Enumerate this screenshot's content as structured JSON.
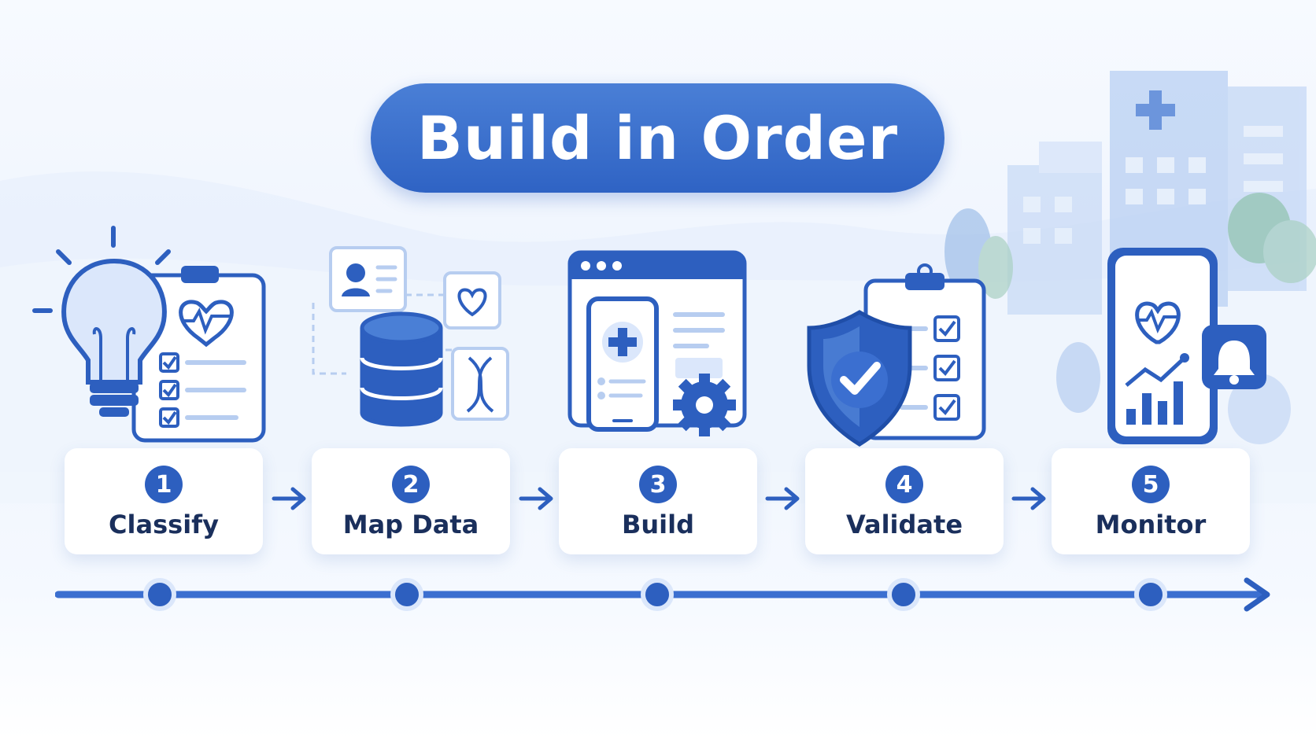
{
  "title": "Build in Order",
  "steps": [
    {
      "number": "1",
      "label": "Classify",
      "icon": "lightbulb-clipboard-icon"
    },
    {
      "number": "2",
      "label": "Map Data",
      "icon": "database-icon"
    },
    {
      "number": "3",
      "label": "Build",
      "icon": "app-window-icon"
    },
    {
      "number": "4",
      "label": "Validate",
      "icon": "shield-checklist-icon"
    },
    {
      "number": "5",
      "label": "Monitor",
      "icon": "phone-chart-icon"
    }
  ],
  "colors": {
    "primary": "#2d5fbf",
    "title_pill": "#3a6fcf",
    "label_text": "#1a2f5c",
    "light_blue": "#dbe7fb"
  }
}
